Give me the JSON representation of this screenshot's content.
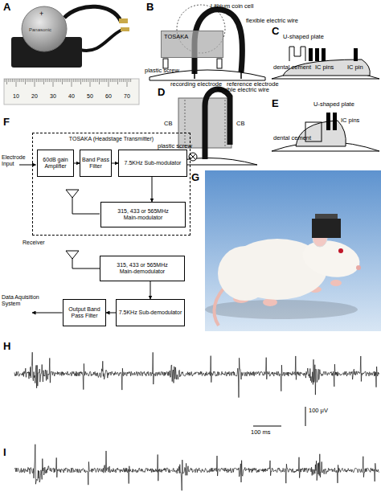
{
  "diagram": {
    "nodes": [
      {
        "text": [
          "TOSAKA"
        ]
      },
      {
        "text": [
          "TOSAKA (Headstage Transmitter)"
        ]
      },
      {
        "text": [
          "60dB gain Amplifier"
        ],
        "in": 1
      },
      {
        "text": [
          "Band Pass Filter"
        ],
        "in": 1
      },
      {
        "text": [
          "7.5KHz Sub-modulator"
        ],
        "in": 1
      },
      {
        "text": [
          "315, 433 or 565MHz Main-modulator"
        ],
        "in": 1
      },
      {
        "text": [
          "315, 433 or 565MHz Main-demodulator"
        ]
      },
      {
        "text": [
          "Output Band Pass Filter"
        ]
      },
      {
        "text": [
          "7.5KHz Sub-demodulator"
        ]
      }
    ],
    "edges": [
      {
        "from": 2,
        "to": 3,
        "arrow": "to"
      },
      {
        "from": 3,
        "to": 4,
        "arrow": "to"
      },
      {
        "from": 4,
        "to": 5,
        "arrow": "to"
      },
      {
        "from": 6,
        "to": 8,
        "arrow": "to"
      },
      {
        "from": 8,
        "to": 7,
        "arrow": "to"
      }
    ],
    "labels": [
      "A",
      "+",
      "Panasonic",
      "10",
      "20",
      "30",
      "40",
      "50",
      "60",
      "70",
      "B",
      "Lithium coin cell",
      "flexible electric wire",
      "plastic screw",
      "recording electrode",
      "reference electrode",
      "C",
      "U-shaped plate",
      "dental cement",
      "IC pins",
      "IC pin",
      "D",
      "flexible electric wire",
      "CB",
      "CB",
      "plastic screw",
      "E",
      "U-shaped plate",
      "dental cement",
      "IC pins",
      "F",
      "Electrode Input",
      "Receiver",
      "Data Aquisition System",
      "G",
      "H",
      "100 μV",
      "100 ms",
      "I"
    ]
  }
}
